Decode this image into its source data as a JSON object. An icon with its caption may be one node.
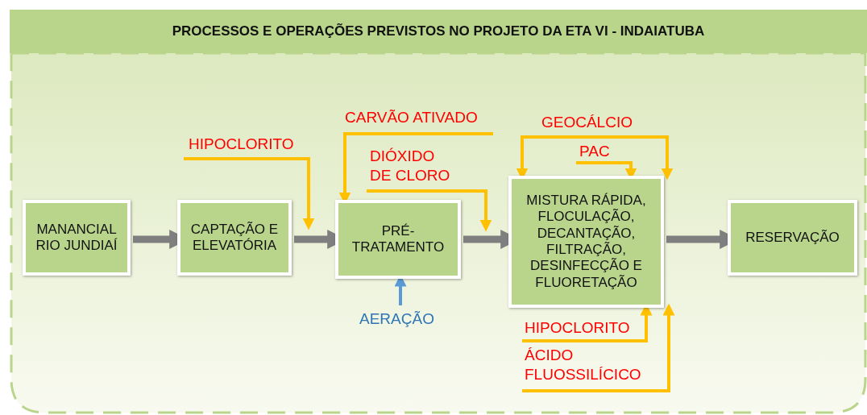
{
  "diagram": {
    "title": "PROCESSOS E OPERAÇÕES PREVISTOS NO PROJETO DA ETA VI - INDAIATUBA",
    "nodes": [
      {
        "text": [
          "MANANCIAL RIO JUNDIAÍ"
        ]
      },
      {
        "text": [
          "CAPTAÇÃO E ELEVATÓRIA"
        ]
      },
      {
        "text": [
          "PRÉ-TRATAMENTO"
        ]
      },
      {
        "text": [
          "MISTURA RÁPIDA, FLOCULAÇÃO, DECANTAÇÃO, FILTRAÇÃO, DESINFECÇÃO E FLUORETAÇÃO"
        ]
      },
      {
        "text": [
          "RESERVAÇÃO"
        ]
      },
      {
        "text": [
          "HIPOCLORITO"
        ]
      },
      {
        "text": [
          "CARVÃO ATIVADO"
        ]
      },
      {
        "text": [
          "DIÓXIDO DE CLORO"
        ]
      },
      {
        "text": [
          "AERAÇÃO"
        ]
      },
      {
        "text": [
          "GEOCÁLCIO"
        ]
      },
      {
        "text": [
          "PAC"
        ]
      },
      {
        "text": [
          "HIPOCLORITO"
        ]
      },
      {
        "text": [
          "ÁCIDO FLUOSSILÍCICO"
        ]
      }
    ],
    "edges": [
      {
        "from": 0,
        "to": 1,
        "arrow": "to",
        "style": "thick",
        "color": "#7f7f7f"
      },
      {
        "from": 1,
        "to": 2,
        "arrow": "to",
        "style": "thick",
        "color": "#7f7f7f"
      },
      {
        "from": 2,
        "to": 3,
        "arrow": "to",
        "style": "thick",
        "color": "#7f7f7f"
      },
      {
        "from": 3,
        "to": 4,
        "arrow": "to",
        "style": "thick",
        "color": "#7f7f7f"
      },
      {
        "from": 5,
        "to": 2,
        "arrow": "to"
      },
      {
        "from": 6,
        "to": 2,
        "arrow": "to"
      },
      {
        "from": 7,
        "to": 3,
        "arrow": "to"
      },
      {
        "from": 8,
        "to": 2,
        "arrow": "to",
        "color": "#5b9bd5"
      },
      {
        "from": 9,
        "to": 3,
        "arrow": "to"
      },
      {
        "from": 9,
        "to": 3,
        "arrow": "to"
      },
      {
        "from": 10,
        "to": 3,
        "arrow": "to"
      },
      {
        "from": 11,
        "to": 3,
        "arrow": "to"
      },
      {
        "from": 12,
        "to": 3,
        "arrow": "to"
      }
    ]
  }
}
